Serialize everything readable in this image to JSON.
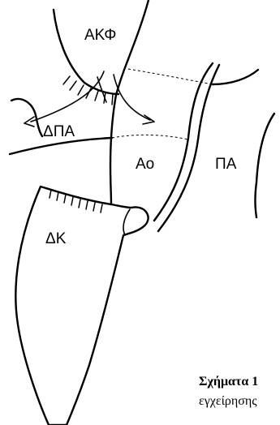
{
  "labels": {
    "akf": "ΑΚΦ",
    "dpa": "ΔΠΑ",
    "ao": "Αο",
    "pa": "ΠΑ",
    "dk": "ΔΚ"
  },
  "caption": {
    "title": "Σχήματα 1",
    "text": "εγχείρησης"
  }
}
